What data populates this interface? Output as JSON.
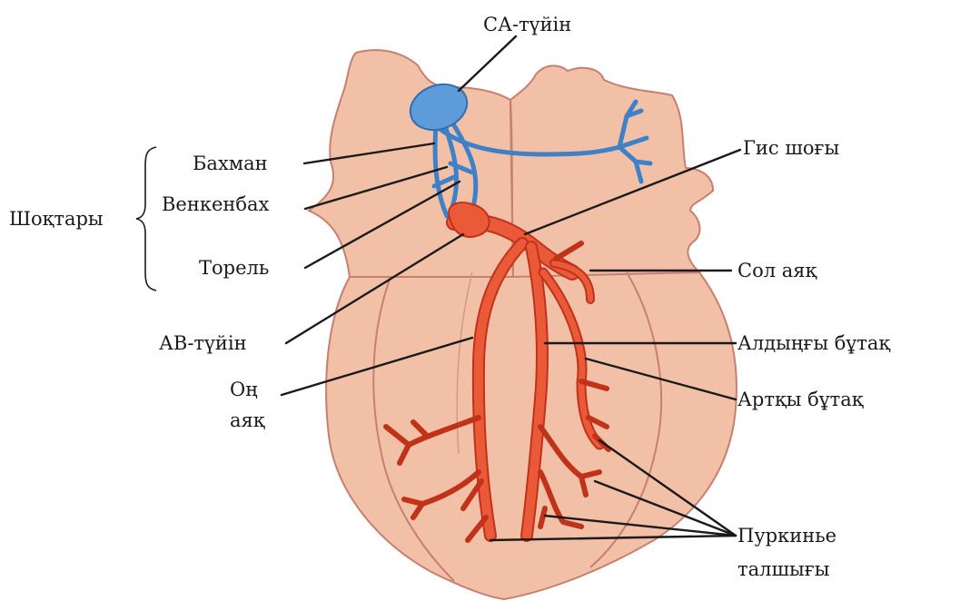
{
  "colors": {
    "heart_fill": "#f2c0a6",
    "heart_stroke": "#c67f70",
    "sa_conduction": "#3d82c8",
    "sa_node_fill": "#5d9bdb",
    "av_conduction": "#ea5a38",
    "av_stroke": "#c0321a",
    "text": "#1a1a1a"
  },
  "labels": {
    "sa_node": "СА-түйін",
    "bachmann": "Бахман",
    "wenckebach": "Венкенбах",
    "thorel": "Торель",
    "bundles_group": "Шоқтары",
    "his_bundle": "Гис шоғы",
    "left_leg": "Сол аяқ",
    "anterior_branch": "Алдыңғы бұтақ",
    "posterior_branch": "Артқы бұтақ",
    "av_node": "АВ-түйін",
    "right_leg_line1": "Оң",
    "right_leg_line2": "аяқ",
    "purkinje_line1": "Пуркинье",
    "purkinje_line2": "талшығы"
  }
}
